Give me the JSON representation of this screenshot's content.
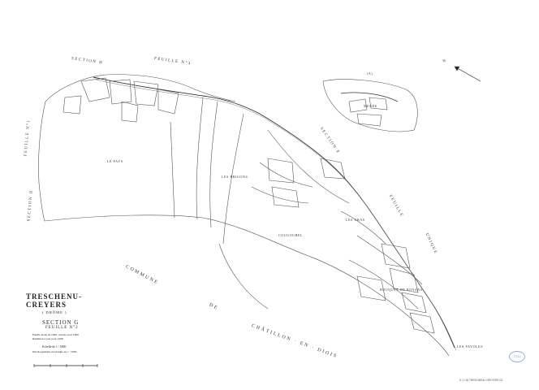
{
  "cartouche": {
    "commune": "TRESCHENU-CREYERS",
    "department": "( DRÔME )",
    "section": "SECTION G",
    "feuille": "FEUILLE N°2",
    "note_line_1": "Feuille levée en 1826, révisée pour 1866",
    "note_line_2": "Réédition à jour pour 1968",
    "scale": "Echelle de 1 / 5000",
    "development": "Développement en triangle au 1 / 5000"
  },
  "labels": {
    "section_h": "SECTION H",
    "feuille_h": "FEUILLE N°3",
    "section_d": "SECTION D",
    "feuille_d": "FEUILLE N°1",
    "le_pays": "LE PAYS",
    "les_brigons": "LES BRIGONS",
    "cougourel": "COUGOUREL",
    "commune": "COMMUNE",
    "de": "DE",
    "chatillon": "CHÂTILLON · EN · DIOIS",
    "section_e": "SECTION E",
    "feuille_e": "FEUILLE",
    "unique": "UNIQUE",
    "menee": "MENÉE",
    "inset_a": "(A)",
    "north": "N",
    "bouquet": "BOUQUET DE ROYANS",
    "les_gras": "LES GRAS",
    "lieux_a": "LES FAYOLES"
  },
  "stamp": "7231",
  "reference": "D 1 / 26 TRESCHENU CREYERS  G2"
}
